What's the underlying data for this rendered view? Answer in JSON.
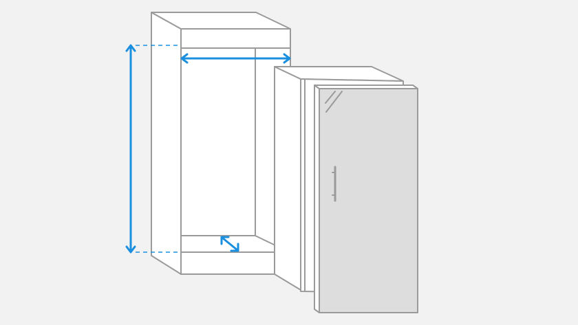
{
  "diagram": {
    "colors": {
      "background": "#f2f2f2",
      "outline": "#9a9a9a",
      "niche_fill": "#ffffff",
      "door_fill": "#dddddd",
      "dimension_arrow": "#1a8fe0"
    },
    "elements": {
      "niche": "built-in-niche",
      "fridge": "refrigerator",
      "height_arrow": "height-dimension",
      "width_arrow": "width-dimension",
      "depth_arrow": "depth-dimension"
    }
  }
}
